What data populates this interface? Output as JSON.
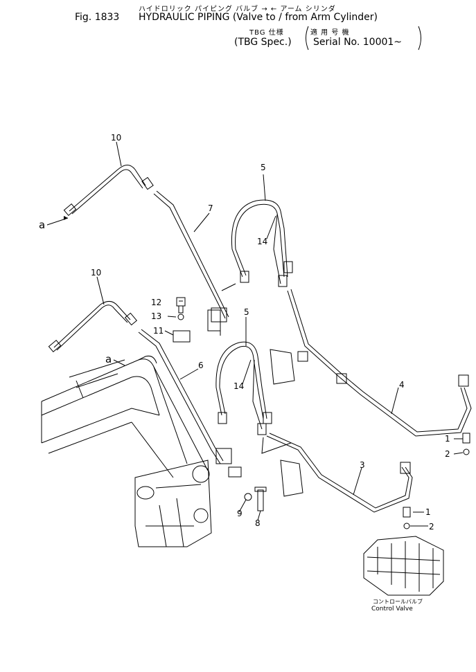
{
  "header": {
    "jp_title": "ハイドロリック パイピング バルブ → ← アーム シリンダ",
    "fig": "Fig. 1833",
    "title": "HYDRAULIC PIPING (Valve to / from Arm Cylinder)",
    "tbg_jp": "TBG 仕様",
    "applicable_jp": "適 用 号 機",
    "tbg_spec": "(TBG Spec.)",
    "serial": "Serial No. 10001~"
  },
  "parts": [
    "1",
    "2",
    "3",
    "4",
    "5",
    "6",
    "7",
    "8",
    "9",
    "10",
    "11",
    "12",
    "13",
    "14"
  ],
  "labels": {
    "p10a": "10",
    "p10b": "10",
    "p7": "7",
    "p5a": "5",
    "p5b": "5",
    "p14a": "14",
    "p14b": "14",
    "p12": "12",
    "p13": "13",
    "p11": "11",
    "p6": "6",
    "p4": "4",
    "p3": "3",
    "p1a": "1",
    "p2a": "2",
    "p1b": "1",
    "p2b": "2",
    "p9": "9",
    "p8": "8",
    "a1": "a",
    "a2": "a"
  },
  "control_valve": {
    "jp": "コントロールバルブ",
    "en": "Control Valve"
  }
}
